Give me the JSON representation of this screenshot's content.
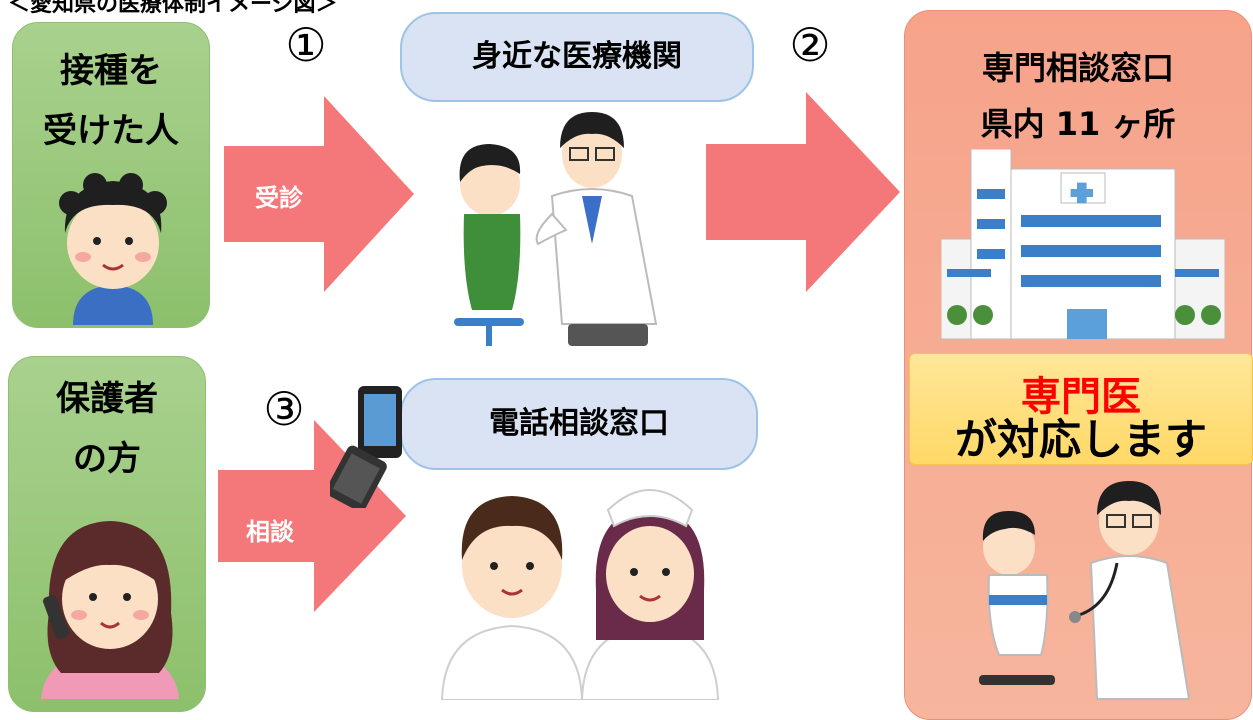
{
  "header": "＜愛知県の医療体制イメージ図＞",
  "left": {
    "recipient": {
      "line1": "接種を",
      "line2": "受けた人"
    },
    "guardian": {
      "line1": "保護者",
      "line2": "の方"
    }
  },
  "steps": {
    "one": "①",
    "two": "②",
    "three": "③"
  },
  "arrows": {
    "consult_visit": "受診",
    "consult_phone": "相談"
  },
  "middle": {
    "local_clinic": "身近な医療機関",
    "phone_consult": "電話相談窓口"
  },
  "right": {
    "title1": "専門相談窓口",
    "title2": "県内 11 ヶ所",
    "specialist": "専門医",
    "responds": "が対応します"
  },
  "colors": {
    "green_box": "#a9d18e",
    "arrow_pink": "#f4787a",
    "pill_fill": "#dae3f3",
    "pill_border": "#9dc3e6",
    "right_panel": "#f6a38a",
    "yellow_box": "#ffe699",
    "specialist_red": "#ff0000"
  },
  "icons": [
    "doctor-icon",
    "patient-boy-icon",
    "hospital-building-icon",
    "flip-phone-icon",
    "nurse-icon",
    "staff-man-icon",
    "woman-phone-icon"
  ]
}
